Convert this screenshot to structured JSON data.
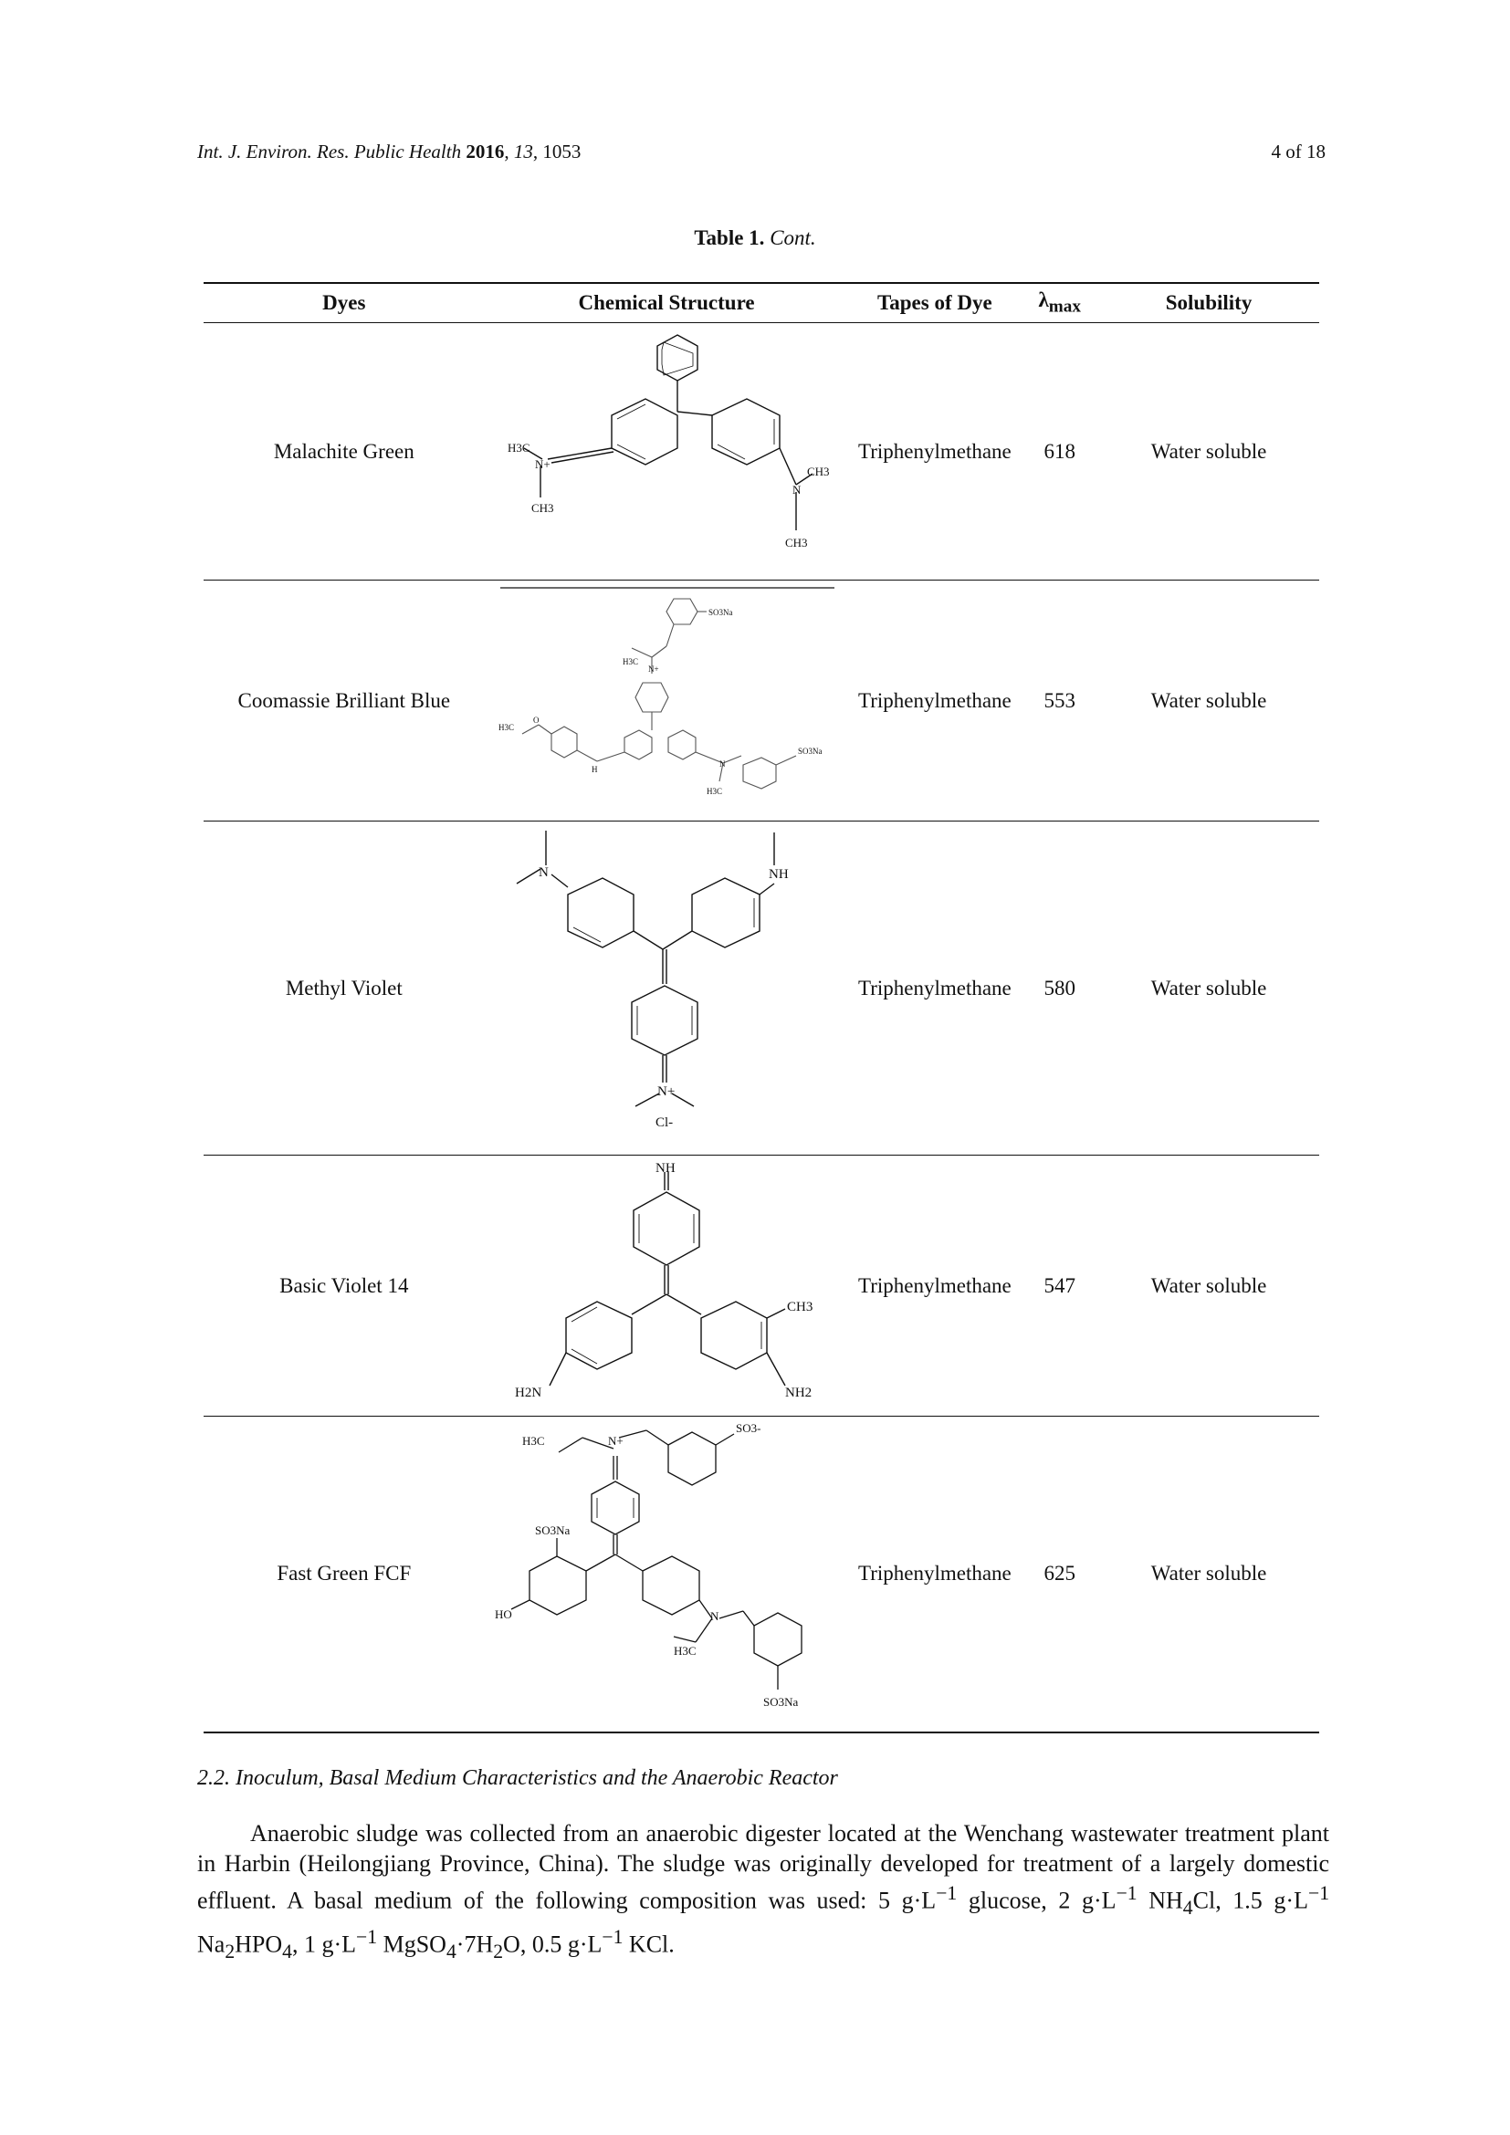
{
  "header": {
    "journal": "Int. J. Environ. Res. Public Health",
    "year": "2016",
    "volume": "13",
    "article": "1053",
    "page": "4 of 18"
  },
  "caption": {
    "label": "Table 1.",
    "cont": "Cont."
  },
  "table": {
    "headers": [
      "Dyes",
      "Chemical Structure",
      "Tapes of Dye",
      "λ",
      "max",
      "Solubility"
    ],
    "rows": [
      {
        "dye": "Malachite Green",
        "type": "Triphenylmethane",
        "lambda": "618",
        "solubility": "Water soluble",
        "labels": [
          "H3C",
          "N+",
          "CH3",
          "N",
          "CH3",
          "CH3"
        ]
      },
      {
        "dye": "Coomassie Brilliant Blue",
        "type": "Triphenylmethane",
        "lambda": "553",
        "solubility": "Water soluble",
        "labels": [
          "SO3Na",
          "H3C",
          "N+",
          "H3C",
          "O",
          "H",
          "N",
          "SO3Na",
          "H3C"
        ]
      },
      {
        "dye": "Methyl Violet",
        "type": "Triphenylmethane",
        "lambda": "580",
        "solubility": "Water soluble",
        "labels": [
          "N",
          "NH",
          "N+",
          "Cl-"
        ]
      },
      {
        "dye": "Basic Violet 14",
        "type": "Triphenylmethane",
        "lambda": "547",
        "solubility": "Water soluble",
        "labels": [
          "NH",
          "CH3",
          "H2N",
          "NH2"
        ]
      },
      {
        "dye": "Fast Green FCF",
        "type": "Triphenylmethane",
        "lambda": "625",
        "solubility": "Water soluble",
        "labels": [
          "H3C",
          "N+",
          "SO3-",
          "SO3Na",
          "HO",
          "N",
          "H3C",
          "SO3Na"
        ]
      }
    ]
  },
  "section": {
    "heading": "2.2. Inoculum, Basal Medium Characteristics and the Anaerobic Reactor"
  },
  "paragraph": {
    "text_main": "Anaerobic sludge was collected from an anaerobic digester located at the Wenchang wastewater treatment plant in Harbin (Heilongjiang Province, China). The sludge was originally developed for treatment of a largely domestic effluent. A basal medium of the following composition was used: ",
    "formula_runs": [
      "5 g·L",
      "−1",
      " glucose, 2 g·L",
      "−1",
      " NH",
      "4",
      "Cl, 1.5 g·L",
      "−1",
      " Na",
      "2",
      "HPO",
      "4",
      ", 1 g·L",
      "−1",
      " MgSO",
      "4",
      "·7H",
      "2",
      "O, 0.5 g·L",
      "−1",
      " KCl."
    ]
  }
}
